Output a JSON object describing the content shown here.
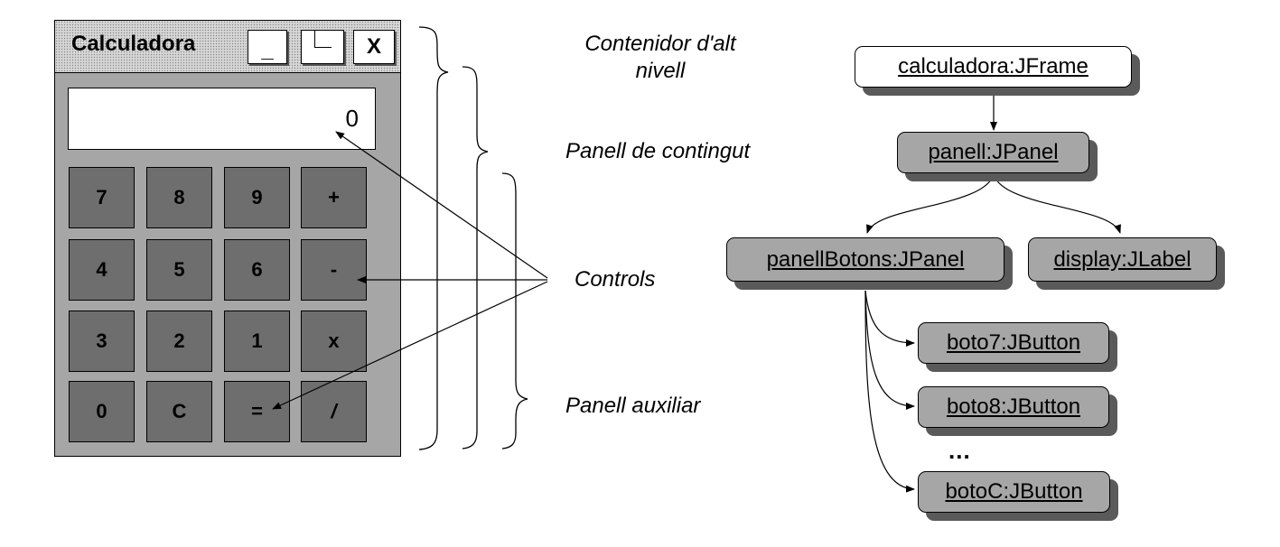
{
  "window": {
    "title": "Calculadora",
    "minimize_glyph": "_",
    "close_glyph": "X",
    "display_value": "0"
  },
  "keys": [
    "7",
    "8",
    "9",
    "+",
    "4",
    "5",
    "6",
    "-",
    "3",
    "2",
    "1",
    "x",
    "0",
    "C",
    "=",
    "/"
  ],
  "labels": {
    "top_level_line1": "Contenidor d'alt",
    "top_level_line2": "nivell",
    "content_pane": "Panell de contingut",
    "controls": "Controls",
    "aux_panel": "Panell auxiliar"
  },
  "tree": {
    "frame": "calculadora:JFrame",
    "panel": "panell:JPanel",
    "buttons_panel": "panellBotons:JPanel",
    "display": "display:JLabel",
    "button7": "boto7:JButton",
    "button8": "boto8:JButton",
    "ellipsis": "...",
    "buttonC": "botoC:JButton"
  }
}
